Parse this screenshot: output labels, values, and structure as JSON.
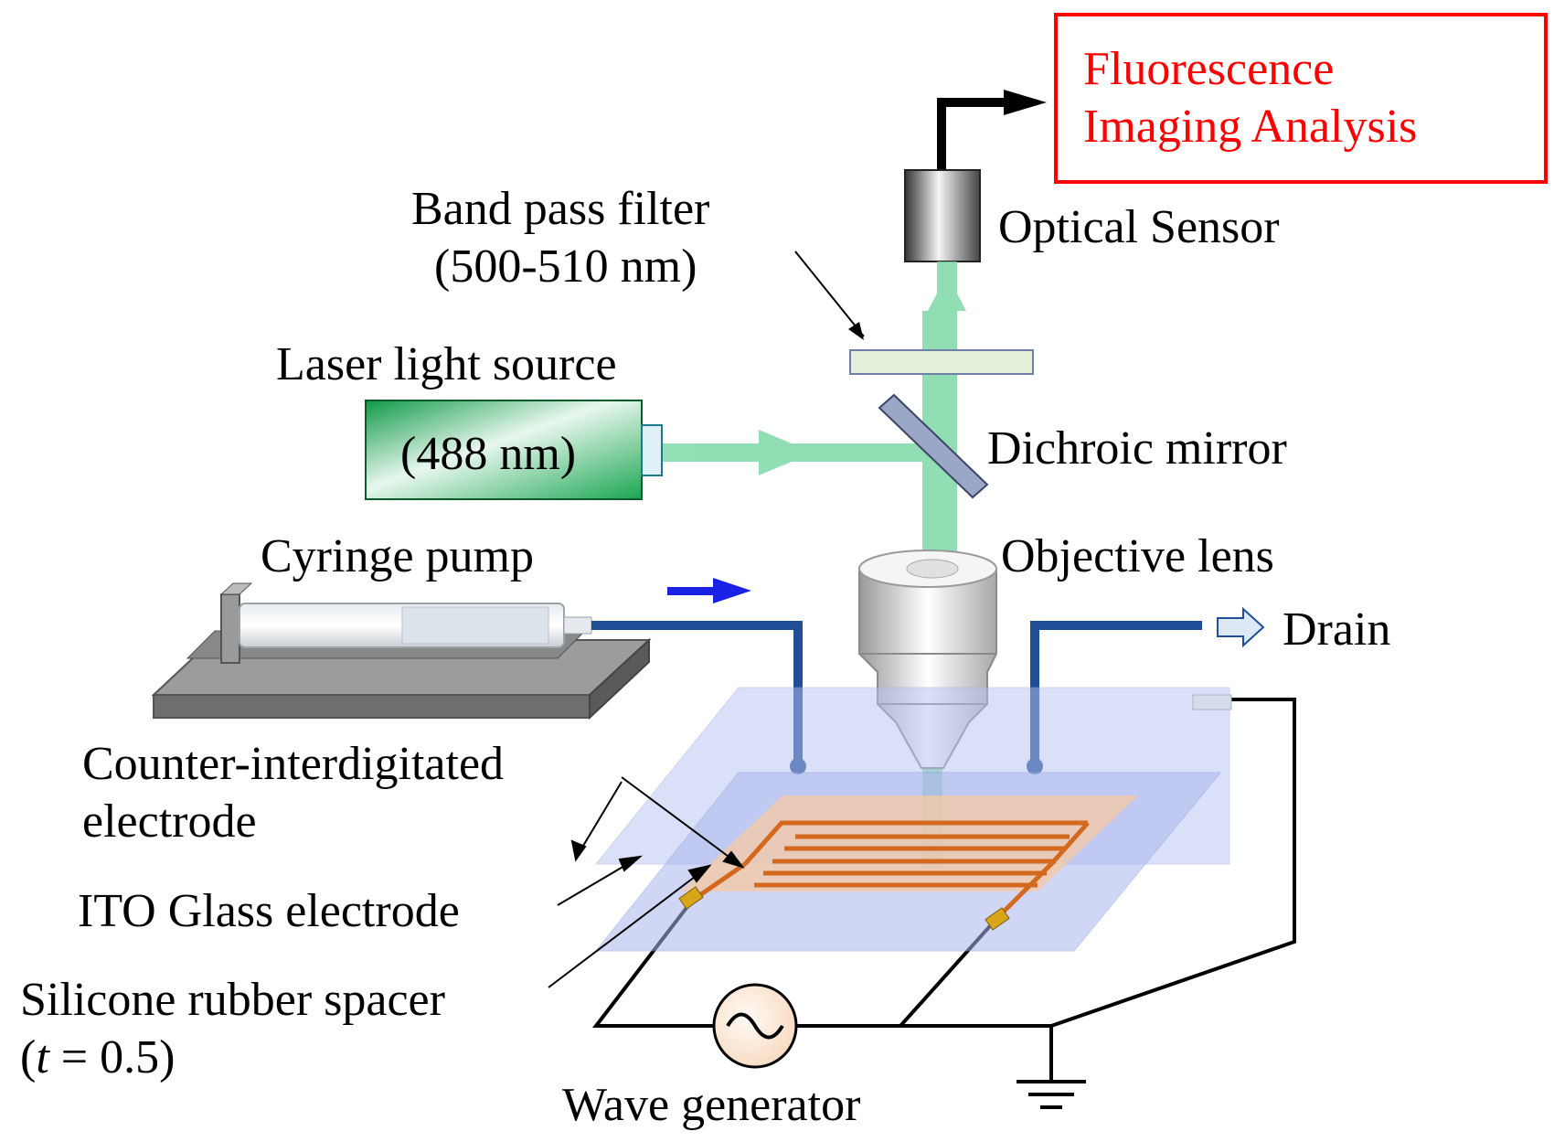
{
  "labels": {
    "fluorescence_line1": "Fluorescence",
    "fluorescence_line2": "Imaging Analysis",
    "optical_sensor": "Optical Sensor",
    "band_pass_line1": "Band pass filter",
    "band_pass_line2": "(500-510 nm)",
    "laser_source": "Laser light source",
    "laser_wavelength": "(488 nm)",
    "dichroic_mirror": "Dichroic mirror",
    "syringe_pump": "Cyringe pump",
    "objective_lens": "Objective lens",
    "drain": "Drain",
    "counter_electrode_line1": "Counter-interdigitated",
    "counter_electrode_line2": "electrode",
    "ito_glass": "ITO Glass electrode",
    "spacer_line1": "Silicone rubber spacer",
    "spacer_t": "t",
    "spacer_rest": " = 0.5)",
    "spacer_open": "(",
    "wave_generator": "Wave generator"
  },
  "colors": {
    "accent_red": "#ff0000",
    "laser_beam": "#7fd9a8",
    "laser_body": "#1aa652",
    "tube_blue": "#1f4e96",
    "flow_arrow": "#1a22e6",
    "glass": "#b7c3f0",
    "electrode": "#d2691e",
    "spacer": "#f4c9a8"
  }
}
